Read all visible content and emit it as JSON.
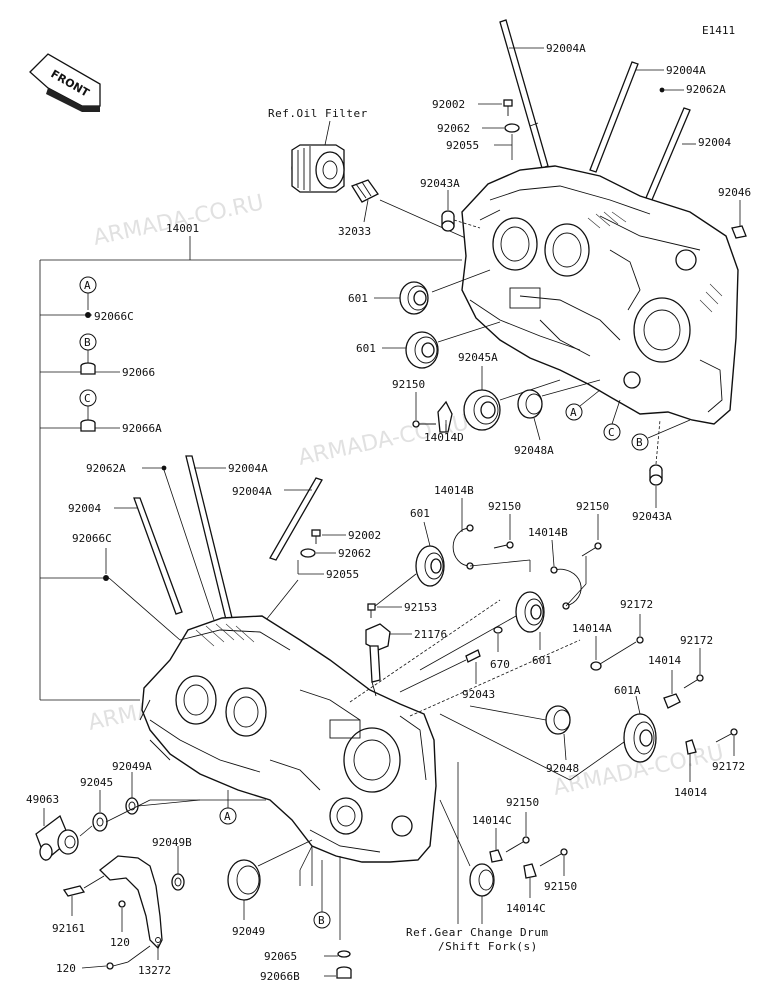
{
  "diagram_code": "E1411",
  "front_label": "FRONT",
  "watermark": "ARMADA-CO.RU",
  "refs": {
    "oil_filter": "Ref.Oil Filter",
    "gear_drum_line1": "Ref.Gear Change Drum",
    "gear_drum_line2": "/Shift Fork(s)"
  },
  "legend_markers": [
    "A",
    "B",
    "C"
  ],
  "callouts": {
    "p92004A_1": "92004A",
    "p92004A_2": "92004A",
    "p92002_top": "92002",
    "p92062A_top": "92062A",
    "p92062_top": "92062",
    "p92055_top": "92055",
    "p92004_top": "92004",
    "p92043A_top": "92043A",
    "p92046": "92046",
    "p32033": "32033",
    "p14001": "14001",
    "p92066C_top": "92066C",
    "p92066": "92066",
    "p92066A": "92066A",
    "p601_a": "601",
    "p601_b": "601",
    "p92045A": "92045A",
    "p92150_a": "92150",
    "p14014D": "14014D",
    "p92048A": "92048A",
    "p92043A_bot": "92043A",
    "p92062A_low": "92062A",
    "p92004A_3": "92004A",
    "p92004A_4": "92004A",
    "p92004_low": "92004",
    "p92066C_low": "92066C",
    "p92002_low": "92002",
    "p92062_low": "92062",
    "p92055_low": "92055",
    "p14014B_a": "14014B",
    "p601_c": "601",
    "p92150_b": "92150",
    "p14014B_b": "14014B",
    "p92150_c": "92150",
    "p92153": "92153",
    "p21176": "21176",
    "p601_d": "601",
    "p670": "670",
    "p92043": "92043",
    "p14014A": "14014A",
    "p92172_a": "92172",
    "p92172_b": "92172",
    "p14014_a": "14014",
    "p601A": "601A",
    "p92048": "92048",
    "p92172_c": "92172",
    "p14014_b": "14014",
    "p49063": "49063",
    "p92045": "92045",
    "p92049A": "92049A",
    "p92049B": "92049B",
    "p92150_d": "92150",
    "p14014C_a": "14014C",
    "p14014C_b": "14014C",
    "p92150_e": "92150",
    "p92161": "92161",
    "p120_a": "120",
    "p92049": "92049",
    "p120_b": "120",
    "p13272": "13272",
    "p92065": "92065",
    "p92066B": "92066B"
  }
}
